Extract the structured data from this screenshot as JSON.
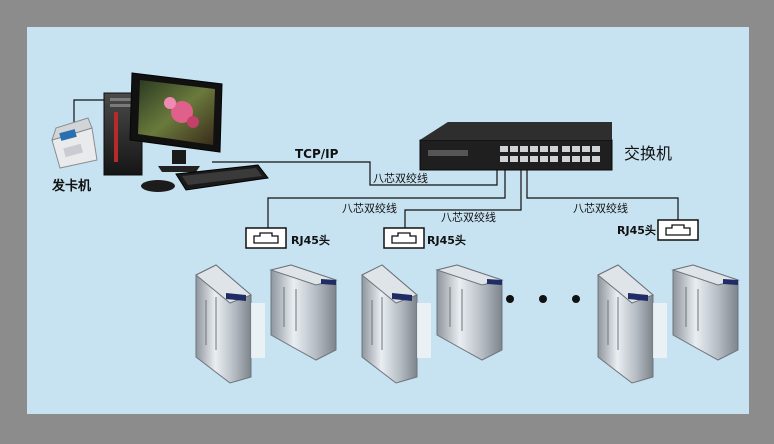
{
  "labels": {
    "card_issuer": "发卡机",
    "switch": "交换机",
    "protocol": "TCP/IP",
    "cable_main": "八芯双绞线",
    "cable_left": "八芯双绞线",
    "cable_middle": "八芯双绞线",
    "cable_right": "八芯双绞线",
    "rj45_left": "RJ45头",
    "rj45_middle": "RJ45头",
    "rj45_right": "RJ45头"
  },
  "colors": {
    "background": "#c7e3f2",
    "frame": "#8c8c8c",
    "wire": "#111111"
  }
}
